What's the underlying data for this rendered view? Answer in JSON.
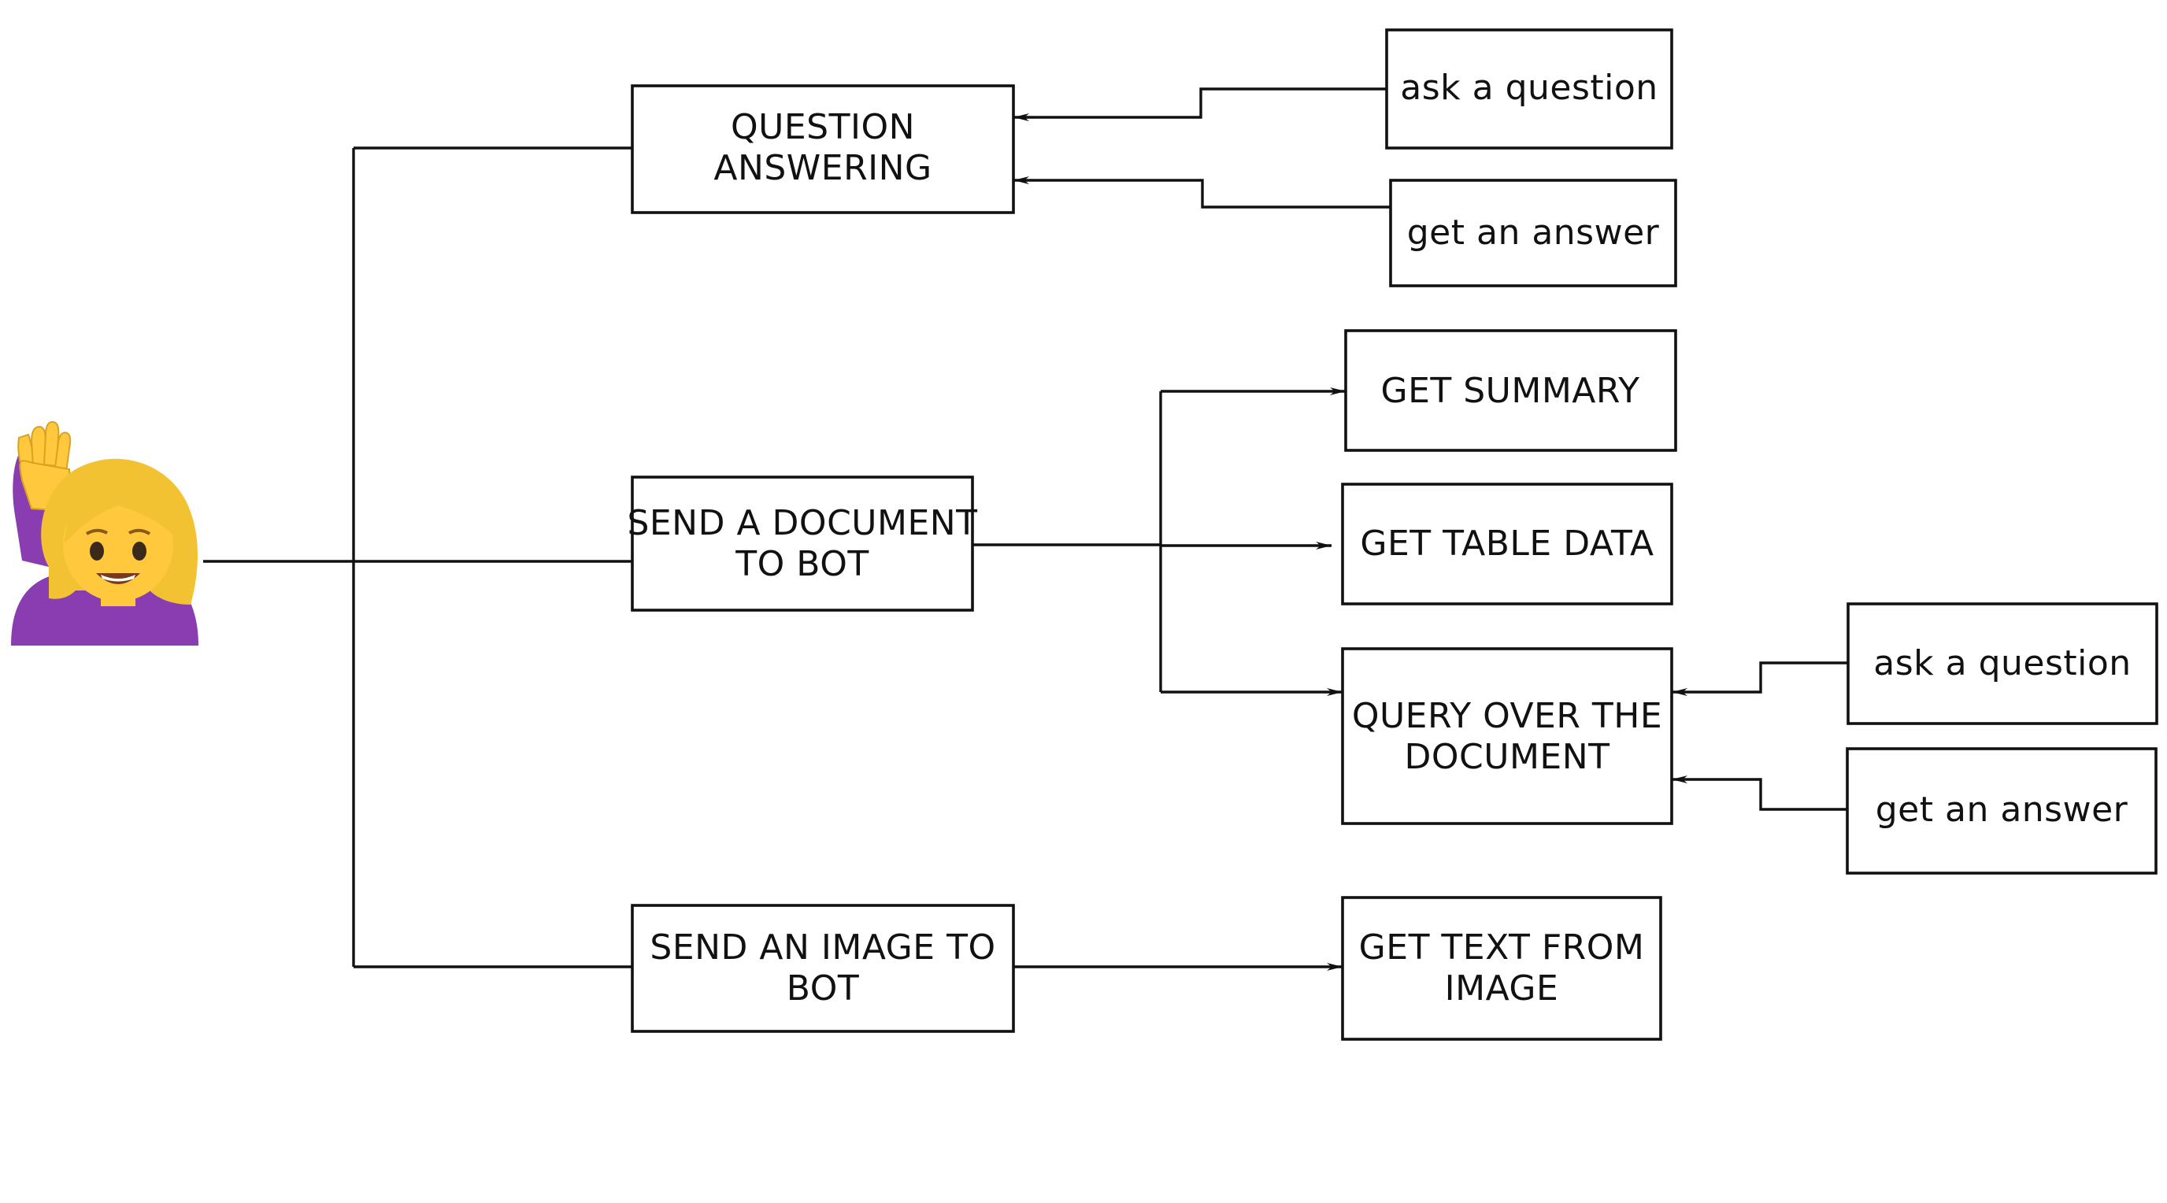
{
  "diagram": {
    "user_figure": {
      "icon": "woman-raising-hand-icon",
      "colors": {
        "hair": "#f2c232",
        "skin": "#ffc83d",
        "shirt": "#8a3db0"
      }
    },
    "nodes": {
      "question_answering": {
        "lines": [
          "QUESTION",
          "ANSWERING"
        ]
      },
      "send_document": {
        "lines": [
          "SEND A DOCUMENT",
          "TO BOT"
        ]
      },
      "send_image": {
        "lines": [
          "SEND AN IMAGE TO",
          "BOT"
        ]
      },
      "qa_ask": {
        "lines": [
          "ask a question"
        ]
      },
      "qa_answer": {
        "lines": [
          "get an answer"
        ]
      },
      "get_summary": {
        "lines": [
          "GET SUMMARY"
        ]
      },
      "get_table_data": {
        "lines": [
          "GET TABLE DATA"
        ]
      },
      "query_document": {
        "lines": [
          "QUERY OVER THE",
          "DOCUMENT"
        ]
      },
      "doc_ask": {
        "lines": [
          "ask a question"
        ]
      },
      "doc_answer": {
        "lines": [
          "get an answer"
        ]
      },
      "get_text_from_image": {
        "lines": [
          "GET TEXT FROM",
          "IMAGE"
        ]
      }
    },
    "line_color": "#111111",
    "box_fill": "#ffffff"
  }
}
